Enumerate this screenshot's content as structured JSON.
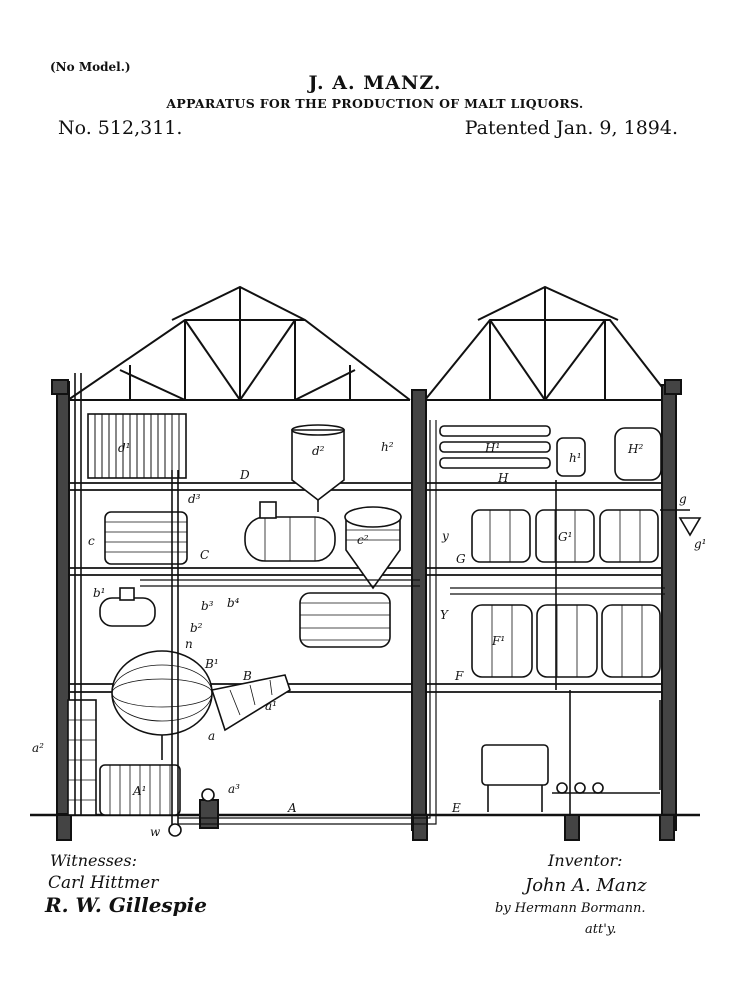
{
  "header": {
    "model_note": "(No Model.)",
    "inventor": "J. A. MANZ.",
    "title": "APPARATUS FOR THE PRODUCTION OF MALT LIQUORS.",
    "patent_number": "No. 512,311.",
    "patent_date": "Patented Jan. 9, 1894."
  },
  "figure_labels": {
    "d1": "d¹",
    "D": "D",
    "d2": "d²",
    "h2": "h²",
    "H1": "H¹",
    "H": "H",
    "h1": "h¹",
    "H2": "H²",
    "d3": "d³",
    "c": "c",
    "C": "C",
    "c2": "c²",
    "G": "G",
    "G1": "G¹",
    "g": "g",
    "g1": "g¹",
    "b1": "b¹",
    "b3": "b³",
    "b4": "b⁴",
    "b2": "b²",
    "n": "n",
    "F1": "F¹",
    "Y": "Y",
    "B1": "B¹",
    "B": "B",
    "a1": "a¹",
    "a": "a",
    "a2": "a²",
    "A1": "A¹",
    "a3": "a³",
    "A": "A",
    "E": "E",
    "w": "w",
    "F": "F",
    "y": "y"
  },
  "signatures": {
    "witnesses_label": "Witnesses:",
    "witness_1": "Carl Hittmer",
    "witness_2": "R. W. Gillespie",
    "inventor_label": "Inventor:",
    "inventor_sig": "John A. Manz",
    "attorney": "by Hermann Bormann.",
    "atty": "att'y."
  }
}
